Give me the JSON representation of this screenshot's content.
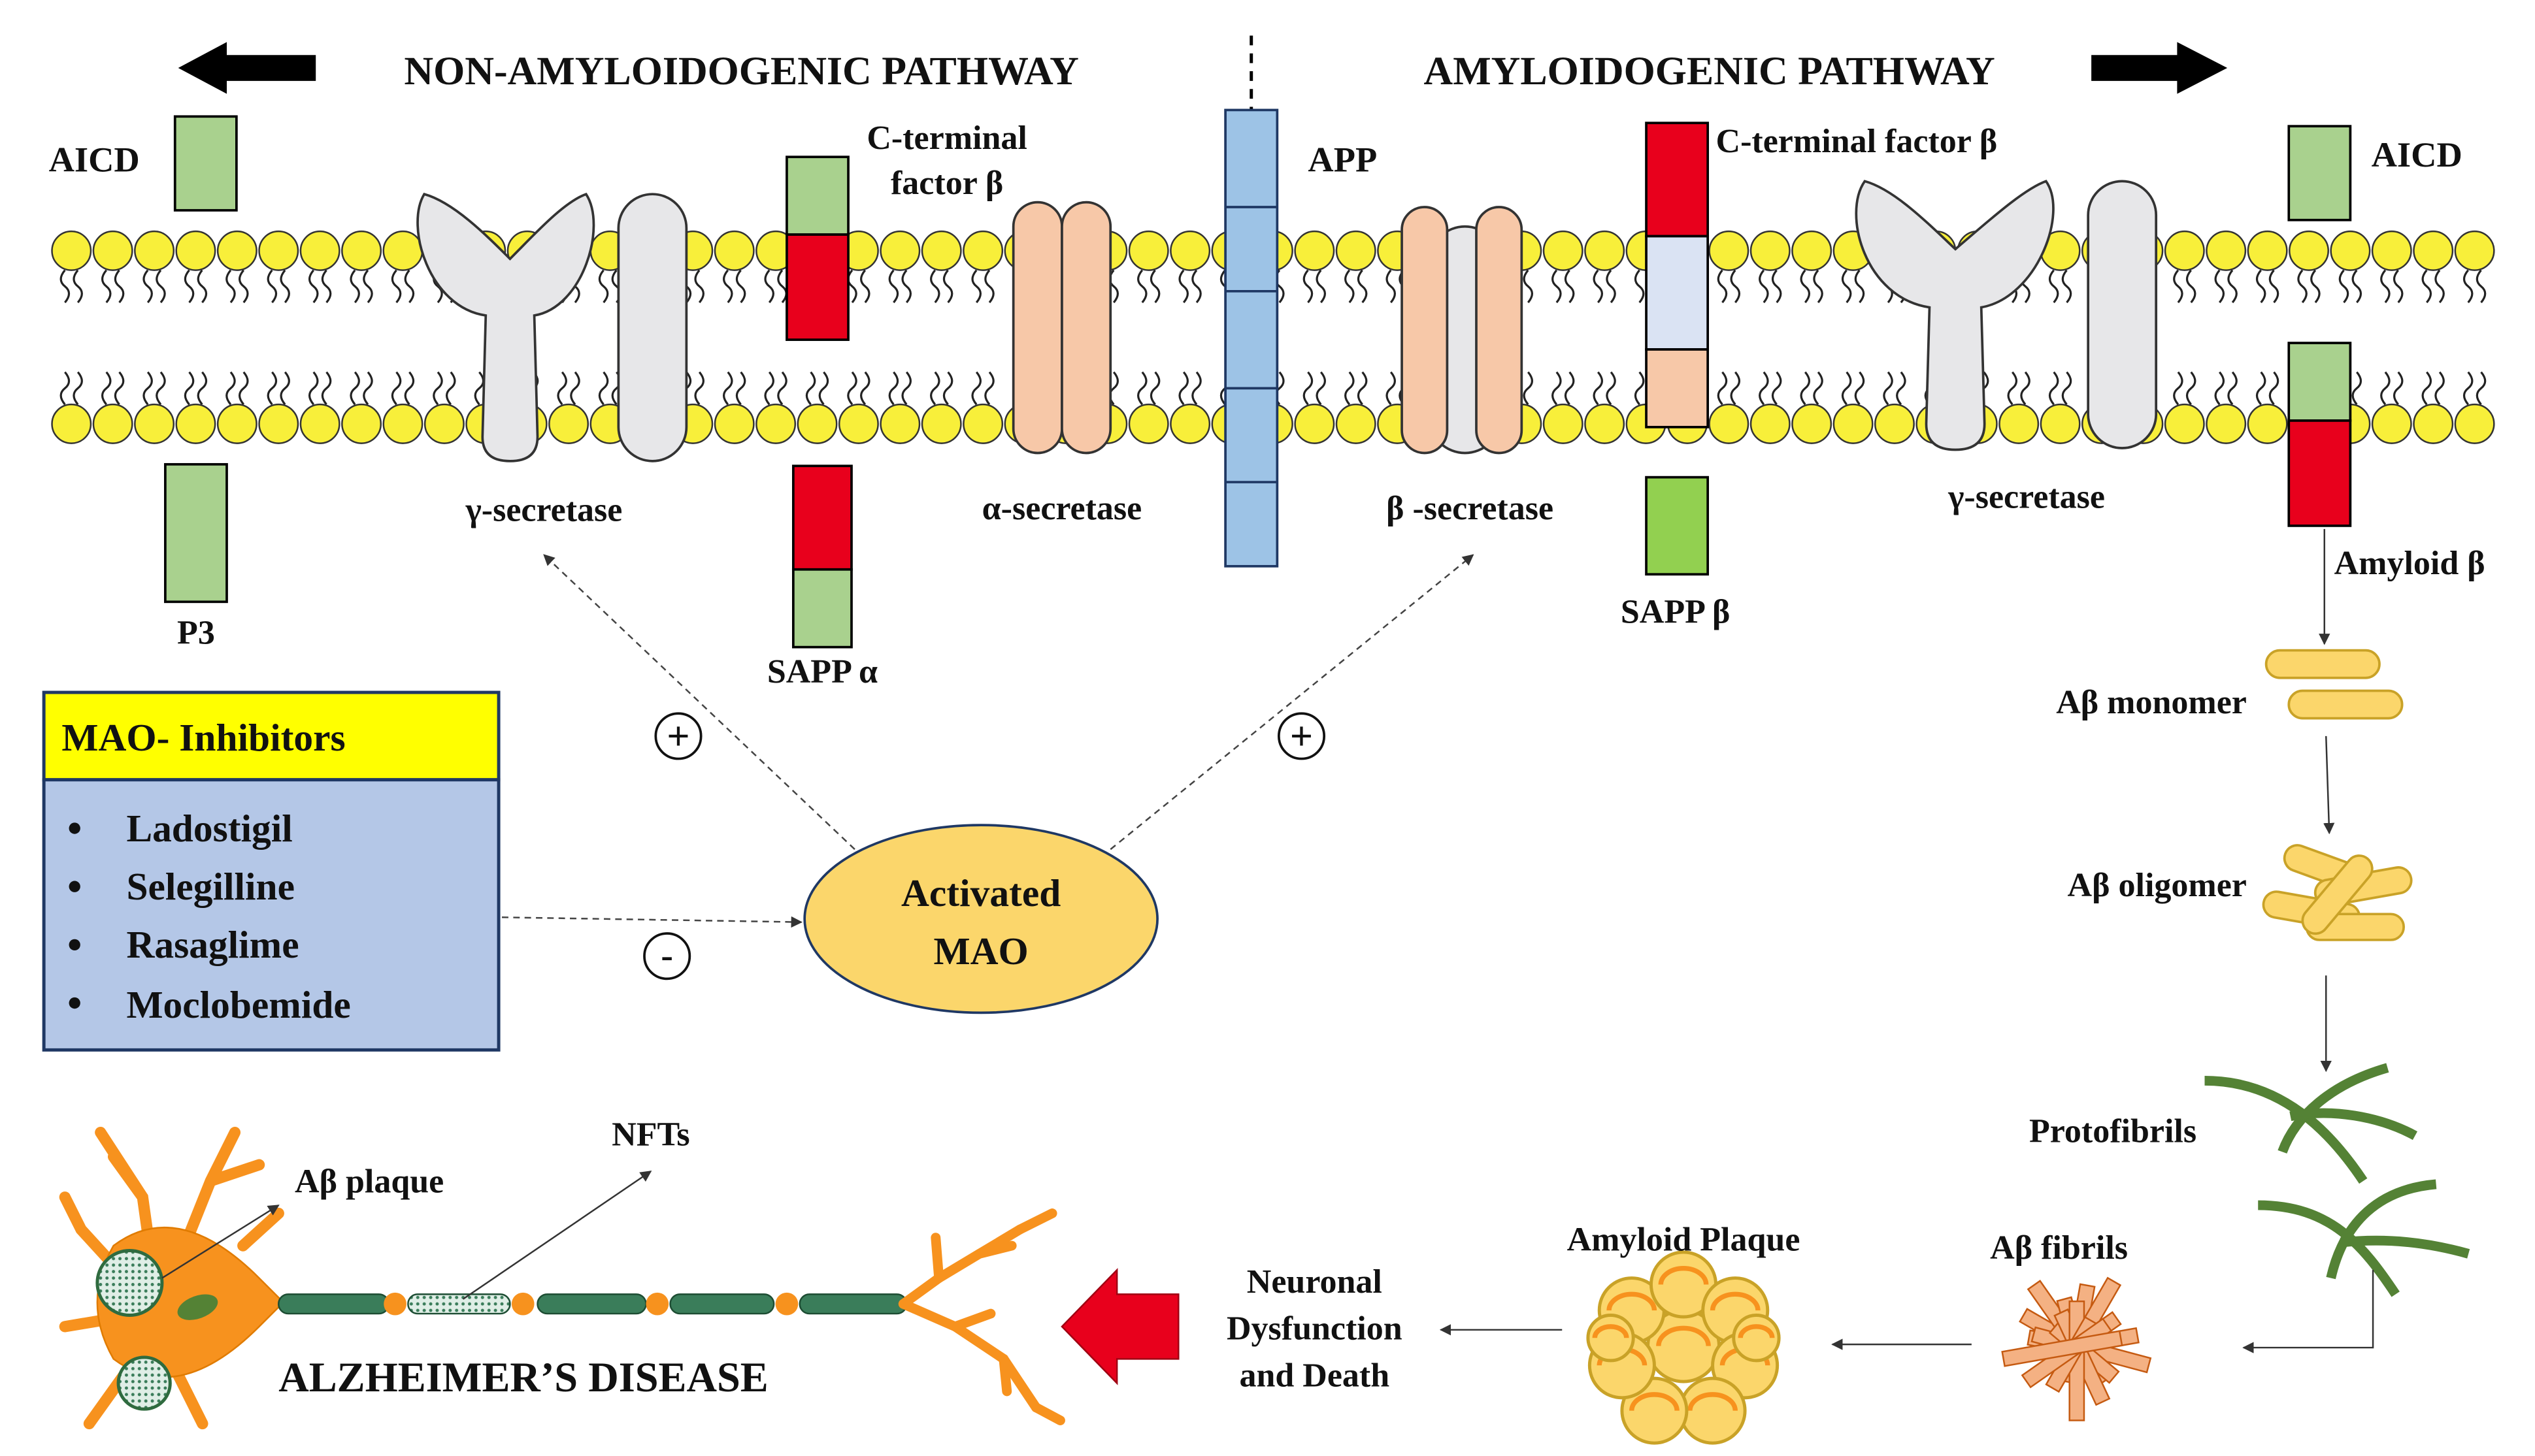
{
  "header": {
    "left_pathway": "NON-AMYLOIDOGENIC PATHWAY",
    "right_pathway": "AMYLOIDOGENIC PATHWAY"
  },
  "membrane_labels": {
    "aicd_left": "AICD",
    "aicd_right": "AICD",
    "ctf_left_line1": "C-terminal",
    "ctf_left_line2": "factor β",
    "ctf_right": "C-terminal factor β",
    "app": "APP",
    "gamma_left": "γ-secretase",
    "gamma_right": "γ-secretase",
    "alpha": "α-secretase",
    "beta": "β -secretase",
    "p3": "P3",
    "sapp_alpha": "SAPP α",
    "sapp_beta": "SAPP β",
    "amyloid_beta": "Amyloid β"
  },
  "cascade": {
    "monomer": "Aβ monomer",
    "oligomer": "Aβ oligomer",
    "protofibrils": "Protofibrils",
    "fibrils": "Aβ fibrils",
    "plaque": "Amyloid Plaque",
    "dysfunction_line1": "Neuronal",
    "dysfunction_line2": "Dysfunction",
    "dysfunction_line3": "and Death"
  },
  "inhibitors": {
    "title": "MAO- Inhibitors",
    "items": [
      "Ladostigil",
      "Selegilline",
      "Rasaglime",
      "Moclobemide"
    ]
  },
  "mao": {
    "line1": "Activated",
    "line2": "MAO"
  },
  "signs": {
    "plus": "+",
    "minus": "-"
  },
  "neuron": {
    "plaque_label": "Aβ plaque",
    "nft_label": "NFTs",
    "disease_label": "ALZHEIMER’S DISEASE"
  },
  "colors": {
    "lipid_head": "#f8ef3a",
    "green_segment": "#a9d18e",
    "red_segment": "#e8001c",
    "app_blue": "#9dc3e6",
    "secretase_grey": "#e7e7e9",
    "alpha_beta_peach": "#f7c8a8",
    "mao_fill": "#fbd66b",
    "inhibitor_header": "#ffff00",
    "inhibitor_body": "#b4c7e7",
    "fibril_green": "#548235",
    "neuron_orange": "#f7921e",
    "big_arrow_red": "#e8001c"
  }
}
